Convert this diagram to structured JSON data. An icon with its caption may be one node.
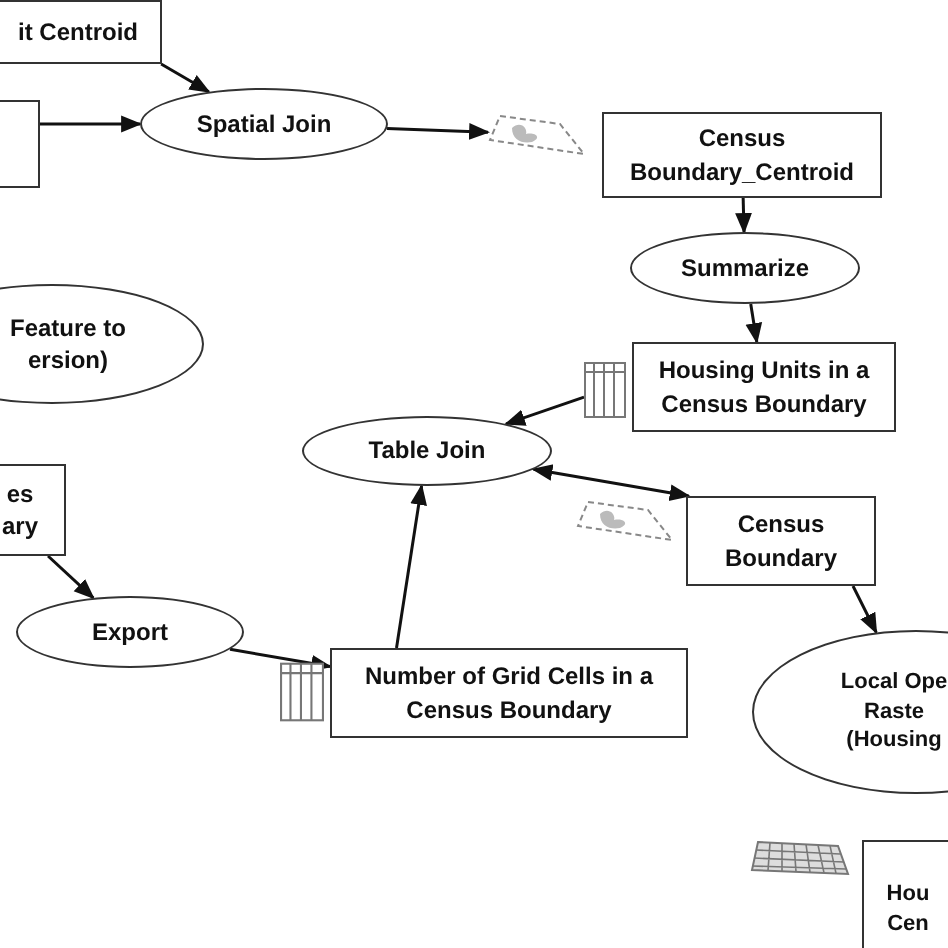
{
  "diagram": {
    "nodes": [
      {
        "text": [
          "it Centroid"
        ]
      },
      {
        "text": [],
        "shape": "box"
      },
      {
        "text": [
          "Spatial Join"
        ]
      },
      {
        "text": [],
        "shape": "picture"
      },
      {
        "text": [
          "Census Boundary_Centroid"
        ]
      },
      {
        "text": [
          "Summarize"
        ]
      },
      {
        "text": [
          "Feature to ersion)"
        ]
      },
      {
        "text": [],
        "shape": "picture"
      },
      {
        "text": [
          "Housing Units in a Census Boundary"
        ]
      },
      {
        "text": [
          "Table Join"
        ]
      },
      {
        "text": [
          "es ary"
        ]
      },
      {
        "text": [
          "Census Boundary"
        ]
      },
      {
        "text": [
          "Export"
        ]
      },
      {
        "text": [
          "Number of Grid Cells in a Census Boundary"
        ]
      },
      {
        "text": [
          "Local Ope Raste (Housing"
        ]
      },
      {
        "text": [
          "Hou Cen"
        ]
      }
    ],
    "edges": [
      {
        "from": 0,
        "to": 2,
        "arrow": "to"
      },
      {
        "from": 1,
        "to": 2,
        "arrow": "to"
      },
      {
        "from": 2,
        "to": 3,
        "arrow": "to"
      },
      {
        "from": 4,
        "to": 5,
        "arrow": "to"
      },
      {
        "from": 5,
        "to": 8,
        "arrow": "to"
      },
      {
        "from": 7,
        "to": 9,
        "arrow": "to"
      },
      {
        "from": 9,
        "to": 11,
        "arrow": "both"
      },
      {
        "from": 10,
        "to": 12,
        "arrow": "to"
      },
      {
        "from": 12,
        "to": 13,
        "arrow": "to"
      },
      {
        "from": 13,
        "to": 9,
        "arrow": "to"
      },
      {
        "from": 11,
        "to": 14,
        "arrow": "to"
      }
    ]
  }
}
